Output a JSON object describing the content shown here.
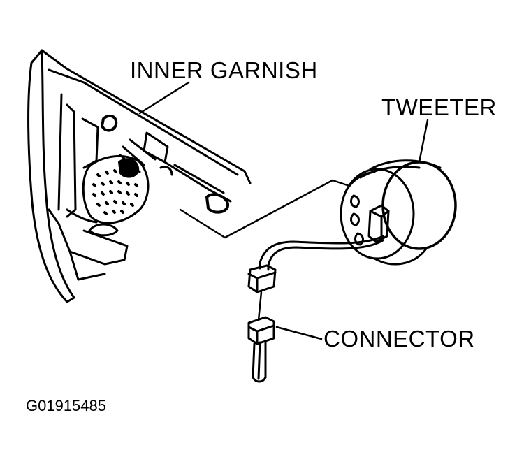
{
  "labels": {
    "inner_garnish": "INNER GARNISH",
    "tweeter": "TWEETER",
    "connector": "CONNECTOR",
    "figure_id": "G01915485"
  },
  "colors": {
    "ink": "#000000",
    "paper": "#ffffff"
  }
}
